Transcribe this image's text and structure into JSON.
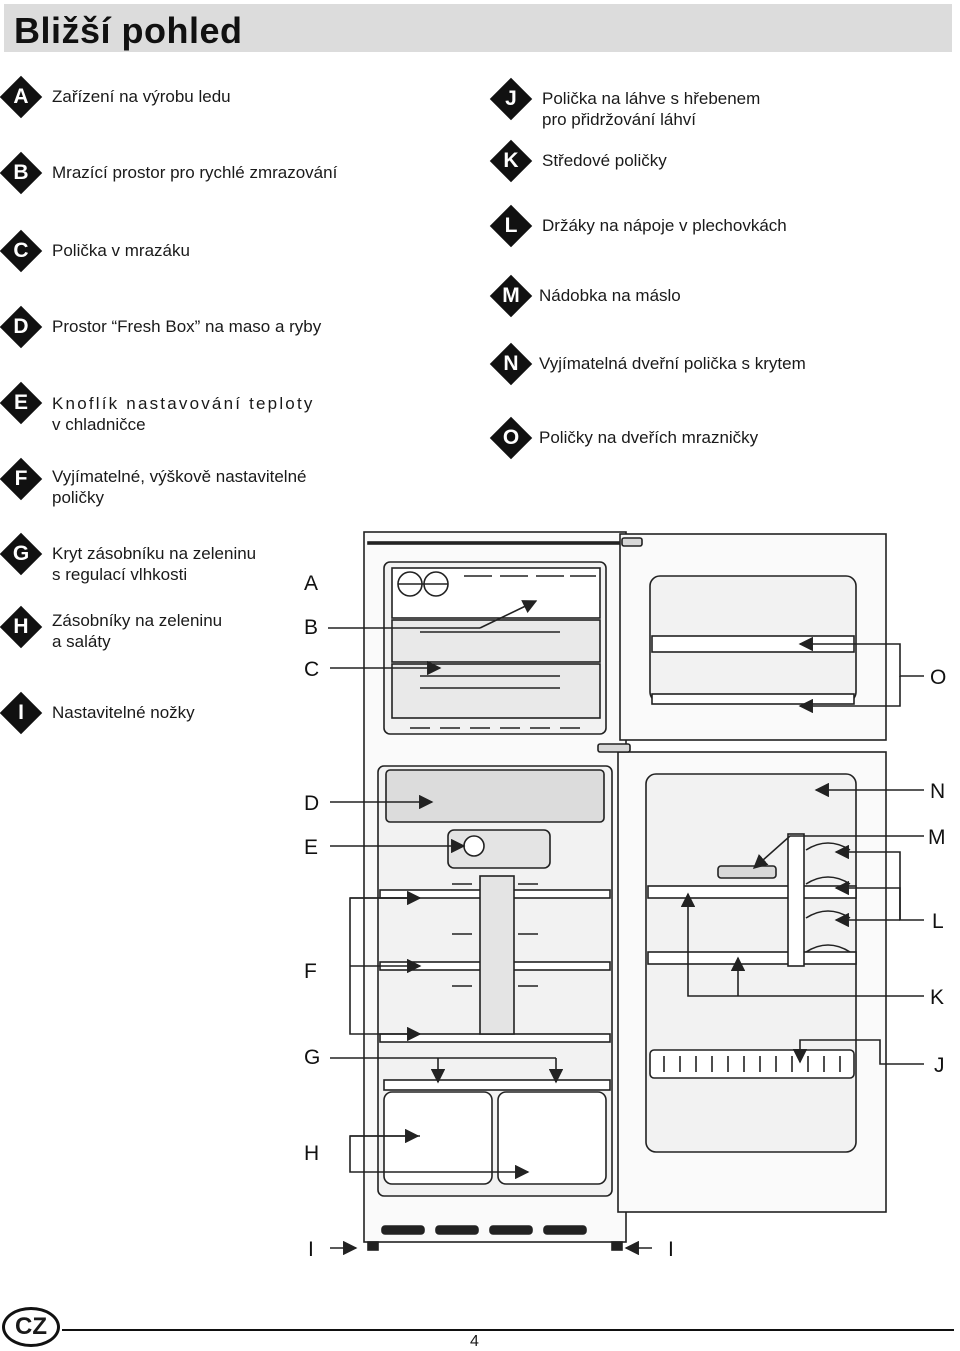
{
  "page": {
    "title": "Bližší pohled",
    "language_badge": "CZ",
    "page_number": "4"
  },
  "legend_left": [
    {
      "letter": "A",
      "text": "Zařízení na výrobu ledu"
    },
    {
      "letter": "B",
      "text": "Mrazící prostor pro rychlé zmrazování"
    },
    {
      "letter": "C",
      "text": "Polička v mrazáku"
    },
    {
      "letter": "D",
      "text": "Prostor “Fresh Box” na maso a ryby"
    },
    {
      "letter": "E",
      "line1": "Knoflík nastavování teploty",
      "line2": "v chladničce"
    },
    {
      "letter": "F",
      "line1": "Vyjímatelné, výškově nastavitelné",
      "line2": "poličky"
    },
    {
      "letter": "G",
      "line1": "Kryt zásobníku na zeleninu",
      "line2": "s regulací vlhkosti"
    },
    {
      "letter": "H",
      "line1": "Zásobníky na zeleninu",
      "line2": "a saláty"
    },
    {
      "letter": "I",
      "text": "Nastavitelné nožky"
    }
  ],
  "legend_right": [
    {
      "letter": "J",
      "line1": "Polička na láhve s hřebenem",
      "line2": "pro přidržování láhví"
    },
    {
      "letter": "K",
      "text": "Středové poličky"
    },
    {
      "letter": "L",
      "text": "Držáky na nápoje v plechovkách"
    },
    {
      "letter": "M",
      "text": "Nádobka na máslo"
    },
    {
      "letter": "N",
      "text": "Vyjímatelná dveřní polička s krytem"
    },
    {
      "letter": "O",
      "text": "Poličky na dveřích mrazničky"
    }
  ],
  "diagram": {
    "callouts_left": [
      "A",
      "B",
      "C",
      "D",
      "E",
      "F",
      "G",
      "H",
      "I"
    ],
    "callouts_right": [
      "O",
      "N",
      "M",
      "L",
      "K",
      "J",
      "I"
    ],
    "line_color": "#222222",
    "fill_light": "#f2f2f2",
    "fill_mid": "#d8d8d8"
  }
}
